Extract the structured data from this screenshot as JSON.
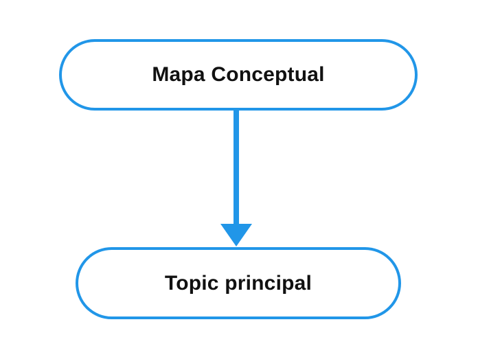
{
  "diagram": {
    "title": "Mapa Conceptual",
    "background_color": "#ffffff",
    "accent_color": "#2196e8",
    "text_color": "#111111",
    "nodes": [
      {
        "id": "root",
        "label": "Mapa Conceptual",
        "shape": "rounded-rectangle",
        "border_color": "#2196e8",
        "fill_color": "#ffffff",
        "text_color": "#111111"
      },
      {
        "id": "child",
        "label": "Topic principal",
        "shape": "rounded-rectangle",
        "border_color": "#2196e8",
        "fill_color": "#ffffff",
        "text_color": "#111111"
      }
    ],
    "connectors": [
      {
        "id": "root-to-child",
        "from": "root",
        "to": "child",
        "style": "solid",
        "direction": "down",
        "arrowhead": "filled-triangle",
        "color": "#2196e8",
        "label": ""
      }
    ]
  }
}
